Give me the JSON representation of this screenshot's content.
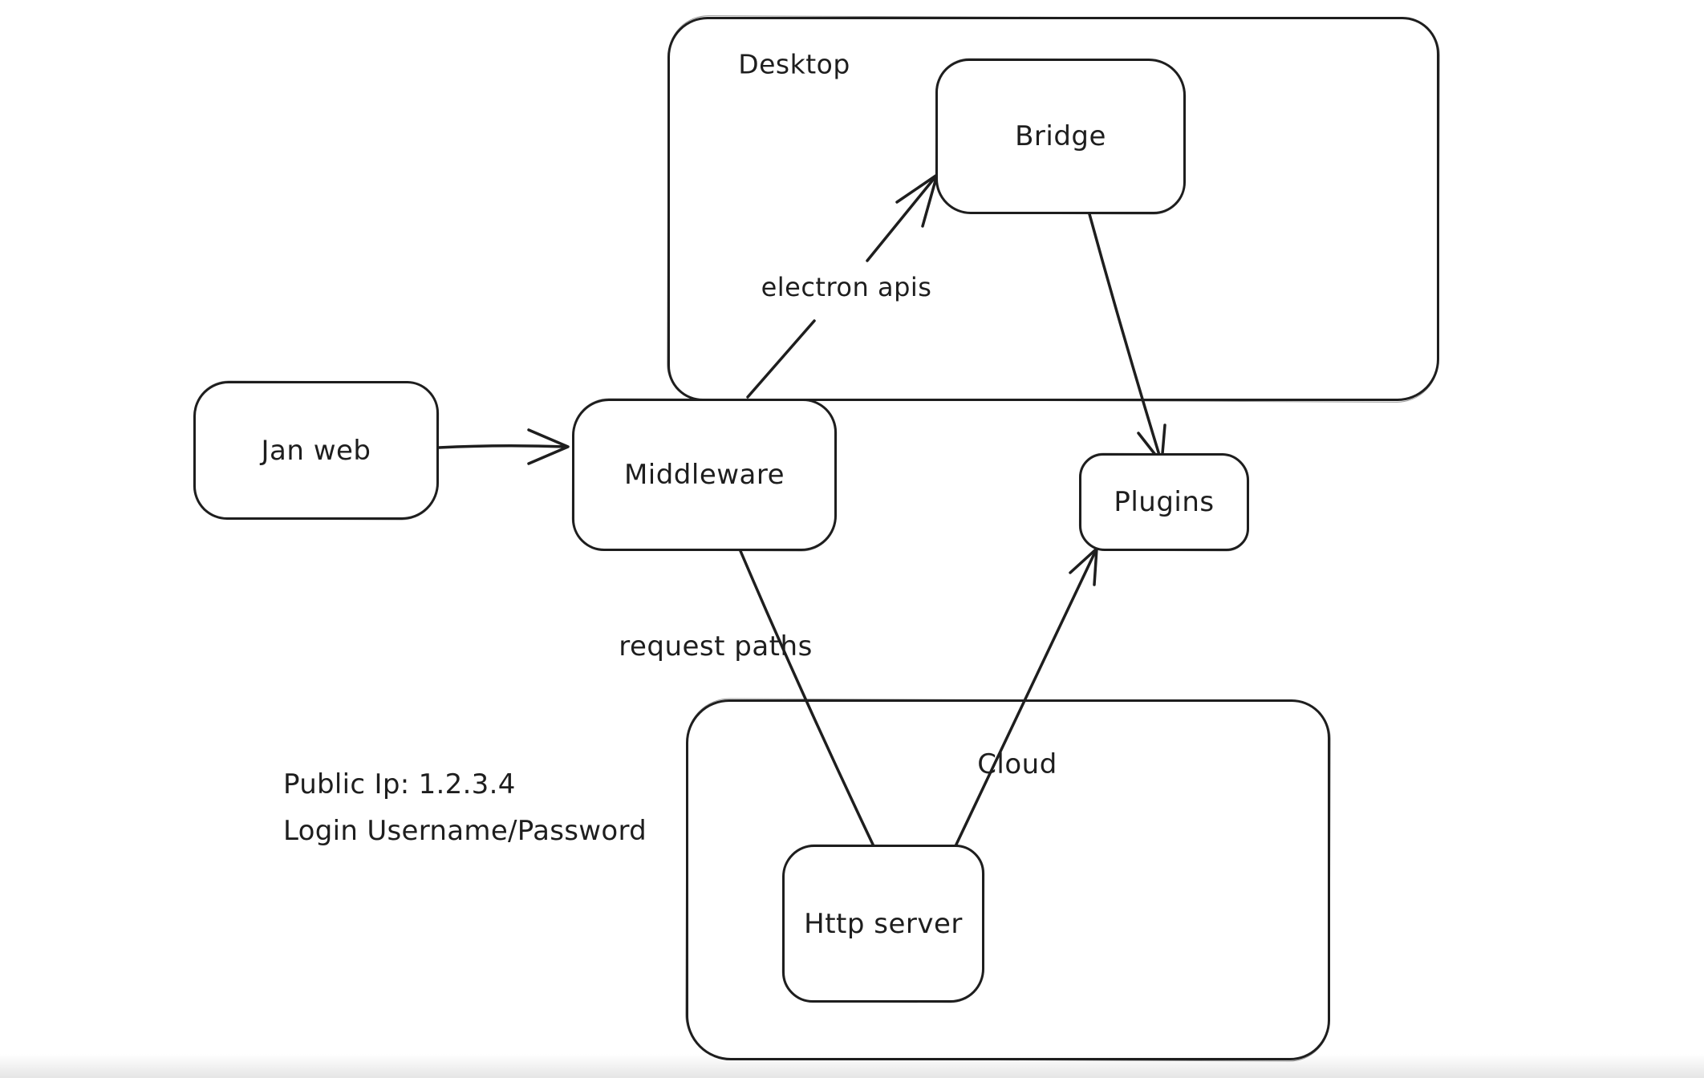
{
  "diagram": {
    "background": "#ffffff",
    "stroke_color": "#1e1e1e",
    "style": "hand-drawn whiteboard"
  },
  "containers": [
    {
      "label": "Desktop"
    },
    {
      "label": "Cloud"
    }
  ],
  "nodes": [
    {
      "label": "Jan web"
    },
    {
      "label": "Middleware"
    },
    {
      "label": "Bridge"
    },
    {
      "label": "Plugins"
    },
    {
      "label": "Http server"
    }
  ],
  "edges": [
    {
      "from": "Jan web",
      "to": "Middleware",
      "label": ""
    },
    {
      "from": "Middleware",
      "to": "Bridge",
      "label": "electron apis"
    },
    {
      "from": "Bridge",
      "to": "Plugins",
      "label": ""
    },
    {
      "from": "Middleware",
      "to": "Http server",
      "label": "request paths"
    },
    {
      "from": "Http server",
      "to": "Plugins",
      "label": ""
    }
  ],
  "annotations": [
    {
      "text": "Public Ip: 1.2.3.4"
    },
    {
      "text": "Login Username/Password"
    }
  ]
}
